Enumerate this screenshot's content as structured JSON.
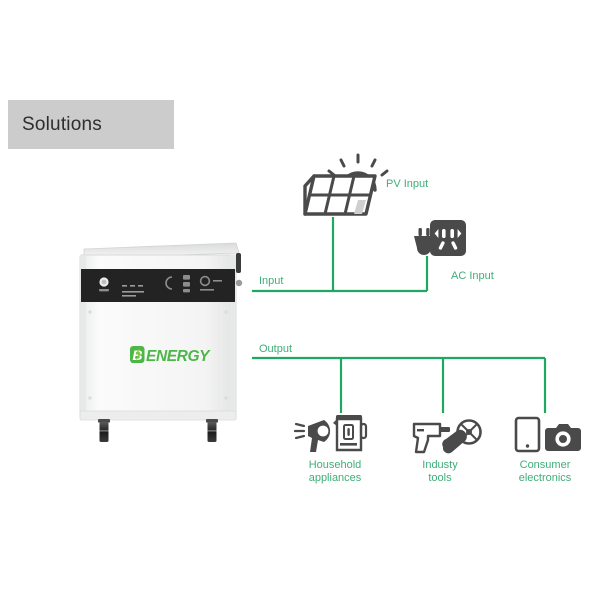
{
  "page": {
    "background_color": "#ffffff",
    "accent_green": "#1fa862",
    "label_green": "#3fae78",
    "icon_dark": "#4a4a4a",
    "banner_gray": "#cccccc"
  },
  "banner": {
    "title": "Solutions"
  },
  "device": {
    "brand_mark": "B",
    "brand_name": "ENERGY",
    "brand_color": "#4cb648",
    "body_color": "#f2f2f2",
    "panel_color": "#232323"
  },
  "flow": {
    "input_label": "Input",
    "output_label": "Output"
  },
  "sources": [
    {
      "id": "pv",
      "label": "PV Input",
      "icon": "solar-panel-icon"
    },
    {
      "id": "ac",
      "label": "AC Input",
      "icon": "power-socket-icon"
    }
  ],
  "loads": [
    {
      "id": "household",
      "label": "Household\nappliances",
      "icons": [
        "hair-dryer-icon",
        "electric-kettle-icon"
      ]
    },
    {
      "id": "industry",
      "label": "Industy\ntools",
      "icons": [
        "power-drill-icon",
        "angle-grinder-icon"
      ]
    },
    {
      "id": "consumer",
      "label": "Consumer\nelectronics",
      "icons": [
        "tablet-icon",
        "camera-icon"
      ]
    }
  ]
}
